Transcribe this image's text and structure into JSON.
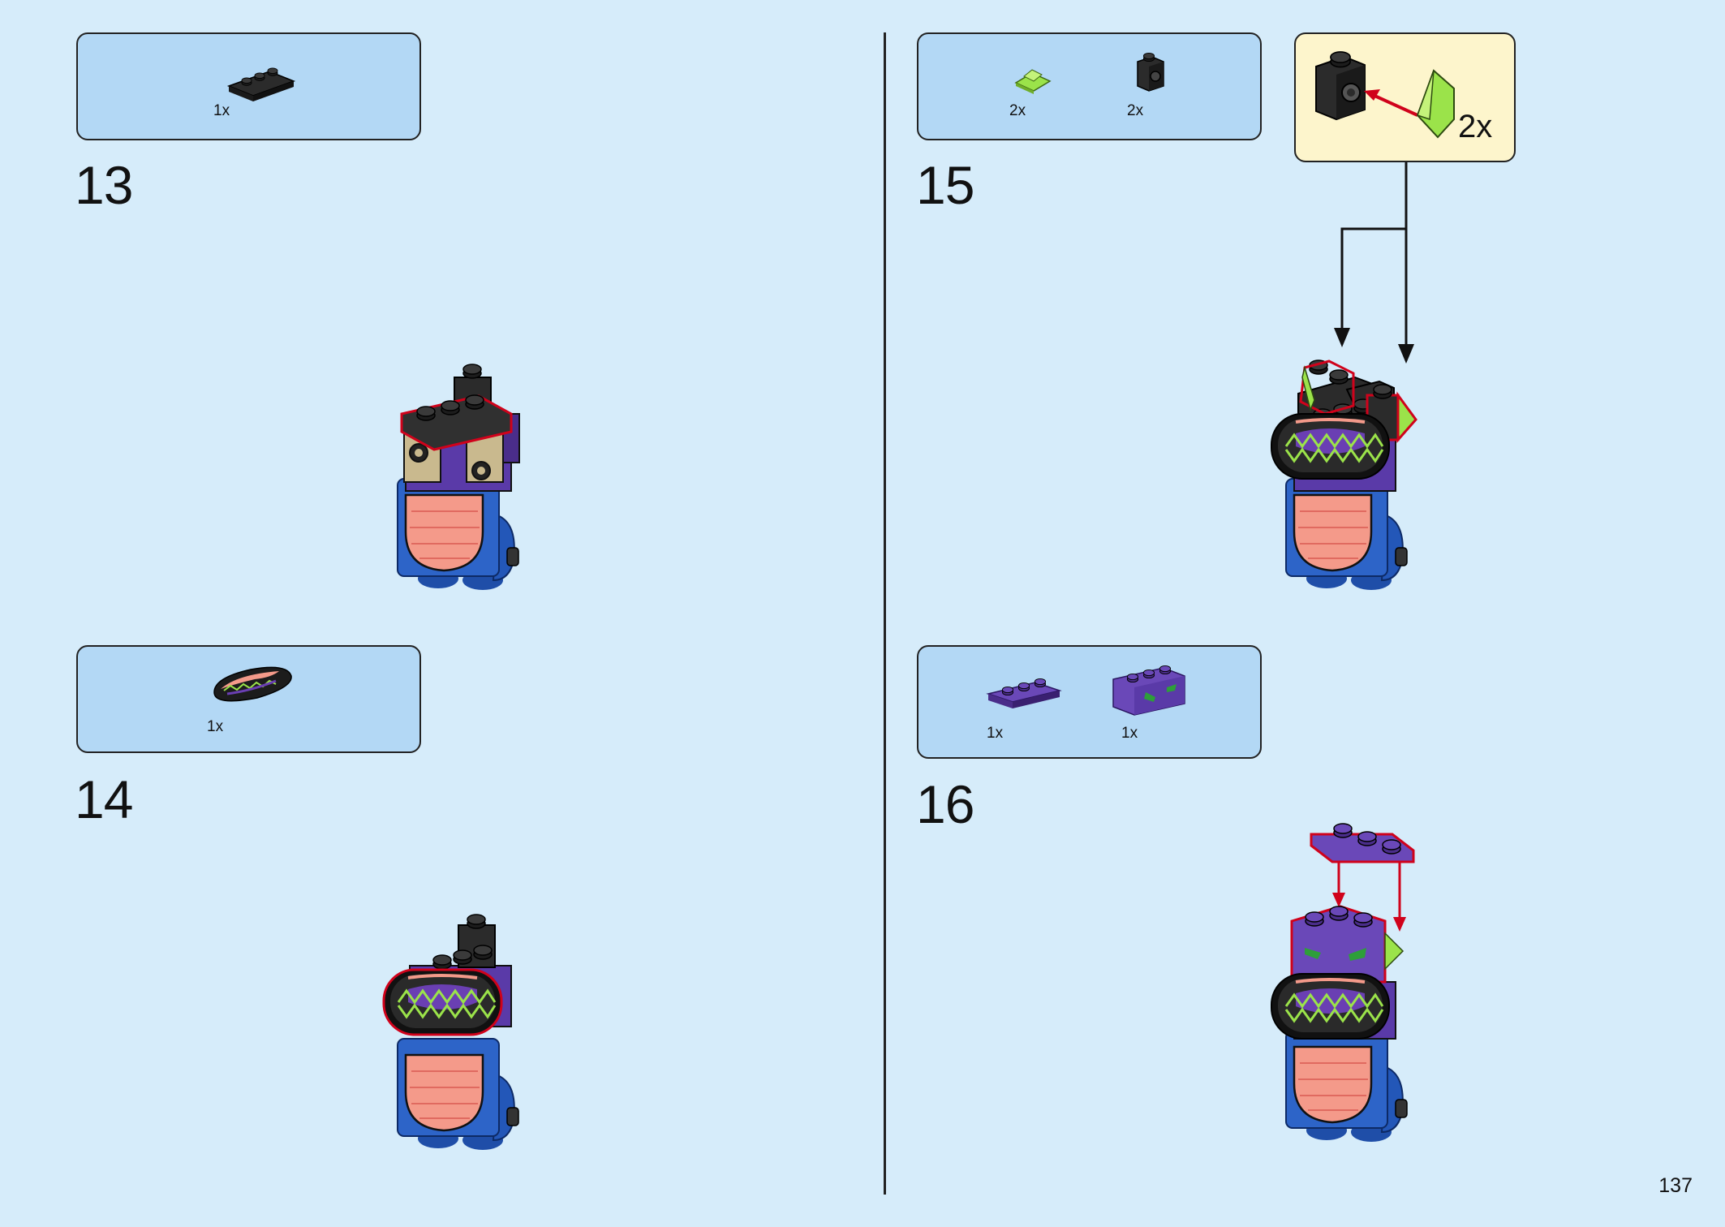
{
  "steps": [
    {
      "number": "13",
      "parts": [
        {
          "name": "black 1x3 plate",
          "qty": "1x"
        }
      ]
    },
    {
      "number": "14",
      "parts": [
        {
          "name": "mouth tile",
          "qty": "1x"
        }
      ]
    },
    {
      "number": "15",
      "parts": [
        {
          "name": "lime slope",
          "qty": "2x"
        },
        {
          "name": "black headlight brick",
          "qty": "2x"
        }
      ],
      "callout_qty": "2x"
    },
    {
      "number": "16",
      "parts": [
        {
          "name": "purple 1x3 plate",
          "qty": "1x"
        },
        {
          "name": "purple eyes brick",
          "qty": "1x"
        }
      ]
    }
  ],
  "page_number": "137",
  "colors": {
    "background": "#d6ecfa",
    "parts_box": "#b3d8f5",
    "callout": "#fdf5cc",
    "highlight": "#d0021b"
  }
}
